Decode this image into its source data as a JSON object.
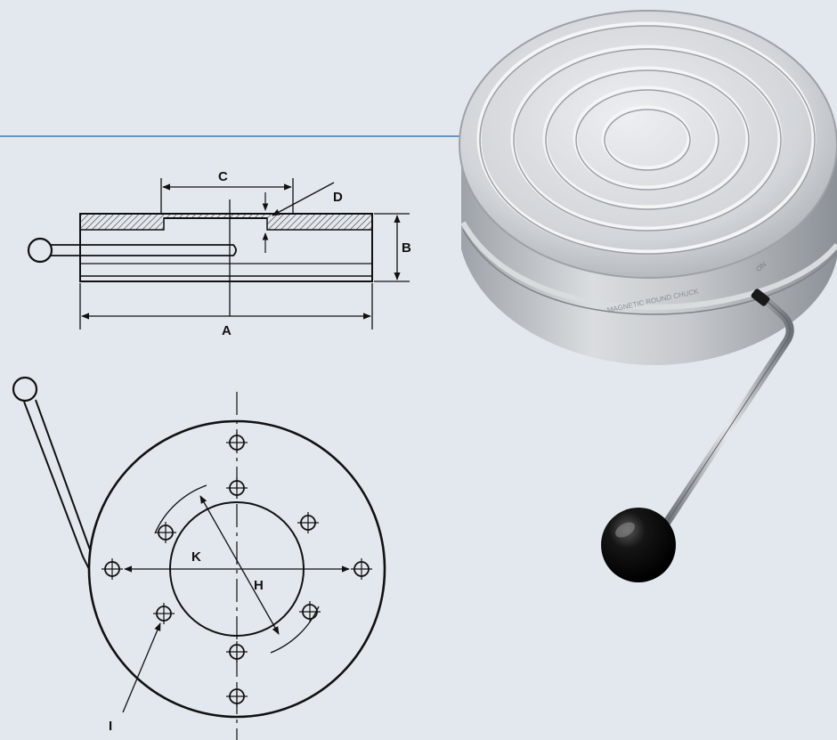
{
  "colors": {
    "background": "#e3e8ee",
    "rule_line": "#3f79b0",
    "ink": "#111111",
    "hatch": "#555555",
    "steel_light": "#e4e7ea",
    "steel_mid": "#b8bcc1",
    "steel_dark": "#8d9298",
    "knob": "#111111"
  },
  "side_view": {
    "labels": {
      "A": "A",
      "B": "B",
      "C": "C",
      "D": "D"
    }
  },
  "top_view": {
    "labels": {
      "H": "H",
      "I": "I",
      "K": "K"
    }
  },
  "photo": {
    "engraving_text": "MAGNETIC ROUND CHUCK",
    "edge_text": "ON"
  }
}
